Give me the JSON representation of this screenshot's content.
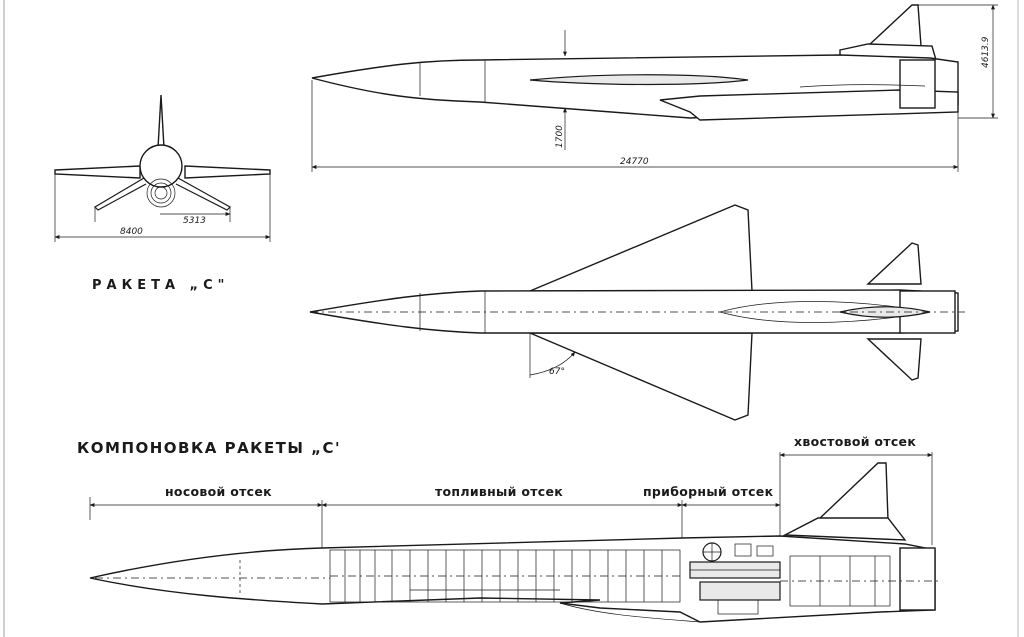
{
  "title_small": "РАКЕТА „С\"",
  "title_layout": "КОМПОНОВКА РАКЕТЫ „С'",
  "dimensions": {
    "length": "24770",
    "height": "4613.9",
    "diameter": "1700",
    "wingspan_front": "8400",
    "half_span": "5313",
    "sweep_angle": "67°"
  },
  "sections": {
    "nose": "носовой отсек",
    "fuel": "топливный отсек",
    "instrument": "приборный отсек",
    "tail": "хвостовой отсек"
  }
}
